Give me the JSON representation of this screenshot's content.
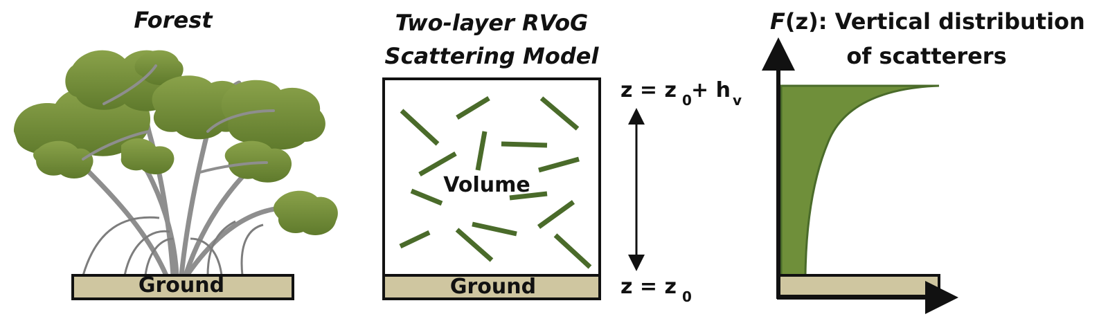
{
  "panels": {
    "forest": {
      "title": "Forest",
      "ground_label": "Ground"
    },
    "model": {
      "title_line1": "Two-layer RVoG",
      "title_line2": "Scattering Model",
      "volume_label": "Volume",
      "ground_label": "Ground",
      "top_eq": {
        "z": "z = z",
        "sub0": "0",
        "plus": " + h",
        "subv": "v"
      },
      "bottom_eq": {
        "z": "z = z",
        "sub0": "0"
      }
    },
    "distribution": {
      "title_f": "F",
      "title_rest": "(z): Vertical distribution",
      "title_line2": "of scatterers"
    }
  },
  "colors": {
    "ground_fill": "#cfc6a0",
    "scatterer": "#4a6b2a",
    "distribution_fill": "#6f8f3a",
    "foliage": "#7a9440",
    "trunk": "#9a9a9a"
  },
  "icons": [
    "tree-icon",
    "scatterer-rods",
    "double-arrow",
    "axis-arrows"
  ]
}
